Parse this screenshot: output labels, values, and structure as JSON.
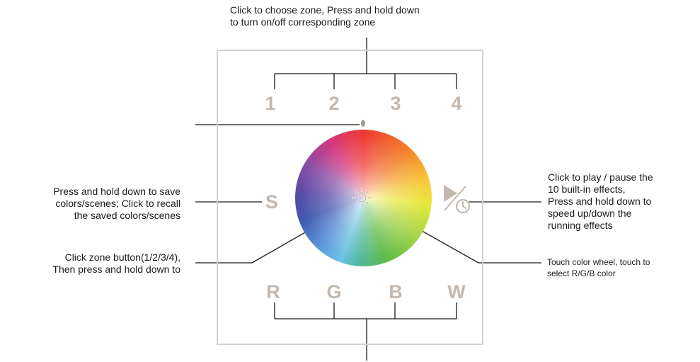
{
  "annotations": {
    "zone_select": "Click to choose zone, Press and hold down\nto turn on/off corresponding zone",
    "scene": "Press and hold down to save\ncolors/scenes; Click to recall\nthe saved colors/scenes",
    "zone_brightness": "Click zone button(1/2/3/4),\nThen press and hold down to",
    "effects": "Click to play / pause the\n10 built-in effects,\nPress and hold down to\nspeed up/down the\nrunning effects",
    "color_wheel": "Touch color wheel, touch to\nselect R/G/B color"
  },
  "zone_buttons": [
    "1",
    "2",
    "3",
    "4"
  ],
  "scene_button": "S",
  "rgbw_buttons": [
    "R",
    "G",
    "B",
    "W"
  ],
  "colors": {
    "button_text": "#c3b8ad",
    "panel_border": "#d7d2cc",
    "leader_line": "#1a1a1a"
  },
  "icons": {
    "center": "brightness-sun-icon",
    "effects": "play-timer-icon",
    "indicator": "led-indicator-icon"
  }
}
